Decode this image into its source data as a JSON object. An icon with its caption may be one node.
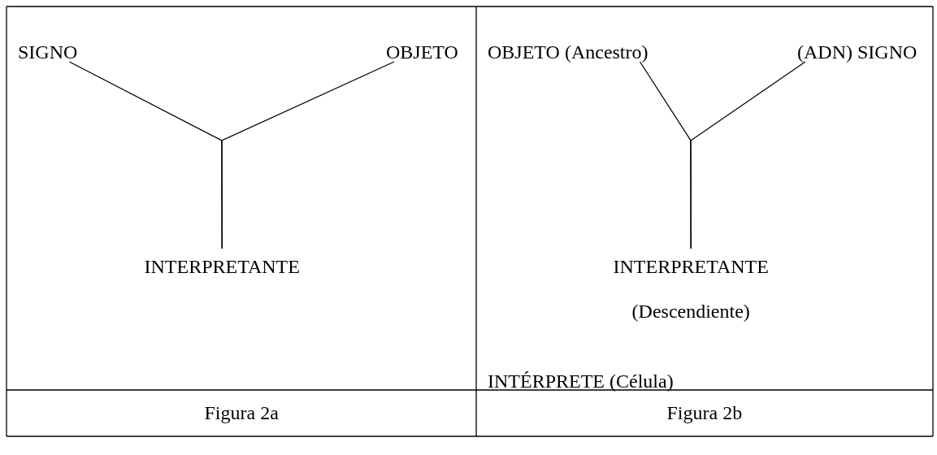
{
  "diagram": {
    "nodes": [
      {
        "text": [
          "SIGNO"
        ]
      },
      {
        "text": [
          "OBJETO"
        ]
      },
      {
        "text": [
          "INTERPRETANTE"
        ]
      },
      {
        "text": [
          "OBJETO (Ancestro)"
        ]
      },
      {
        "text": [
          "(ADN) SIGNO"
        ]
      },
      {
        "text": [
          "INTERPRETANTE",
          "(Descendiente)"
        ]
      }
    ],
    "edges": [
      {
        "from": 0,
        "to": 2,
        "arrow": "none"
      },
      {
        "from": 1,
        "to": 2,
        "arrow": "none"
      },
      {
        "from": 3,
        "to": 5,
        "arrow": "none"
      },
      {
        "from": 4,
        "to": 5,
        "arrow": "none"
      }
    ],
    "labels": [
      "INTÉRPRETE (Célula)",
      "Figura 2a",
      "Figura 2b"
    ]
  }
}
